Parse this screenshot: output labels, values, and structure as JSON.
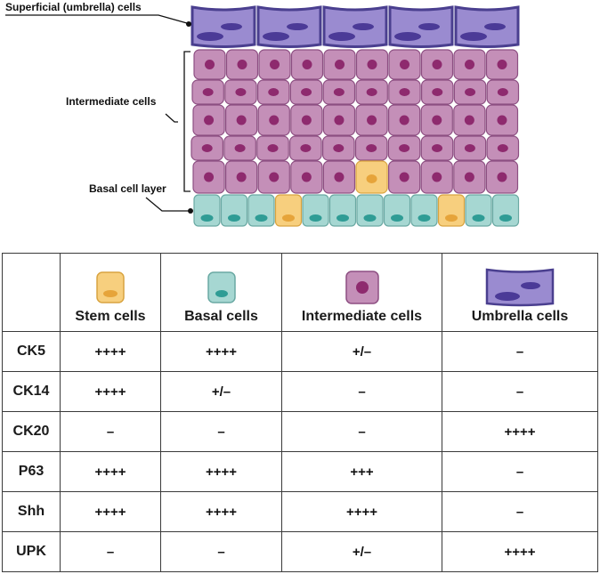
{
  "diagram": {
    "labels": {
      "superficial": "Superficial (umbrella) cells",
      "intermediate": "Intermediate cells",
      "basal": "Basal cell layer"
    },
    "colors": {
      "umbrella_fill": "#9a8bd0",
      "umbrella_stroke": "#4a3f8f",
      "umbrella_nucleus": "#4b3a97",
      "intermediate_fill": "#c48fb8",
      "intermediate_stroke": "#8d4f82",
      "intermediate_nucleus": "#8e2a6e",
      "basal_fill": "#a6d7d2",
      "basal_stroke": "#6aa9a3",
      "basal_nucleus": "#2f9c95",
      "stem_fill": "#f7cf7e",
      "stem_stroke": "#d9a440",
      "stem_nucleus": "#e6a43a"
    }
  },
  "table": {
    "columns": [
      {
        "label": "Stem cells",
        "icon": "stem-cell-icon"
      },
      {
        "label": "Basal cells",
        "icon": "basal-cell-icon"
      },
      {
        "label": "Intermediate cells",
        "icon": "intermediate-cell-icon"
      },
      {
        "label": "Umbrella cells",
        "icon": "umbrella-cell-icon"
      }
    ],
    "rows": [
      {
        "marker": "CK5",
        "values": [
          "++++",
          "++++",
          "+/–",
          "–"
        ]
      },
      {
        "marker": "CK14",
        "values": [
          "++++",
          "+/–",
          "–",
          "–"
        ]
      },
      {
        "marker": "CK20",
        "values": [
          "–",
          "–",
          "–",
          "++++"
        ]
      },
      {
        "marker": "P63",
        "values": [
          "++++",
          "++++",
          "+++",
          "–"
        ]
      },
      {
        "marker": "Shh",
        "values": [
          "++++",
          "++++",
          "++++",
          "–"
        ]
      },
      {
        "marker": "UPK",
        "values": [
          "–",
          "–",
          "+/–",
          "++++"
        ]
      }
    ]
  }
}
